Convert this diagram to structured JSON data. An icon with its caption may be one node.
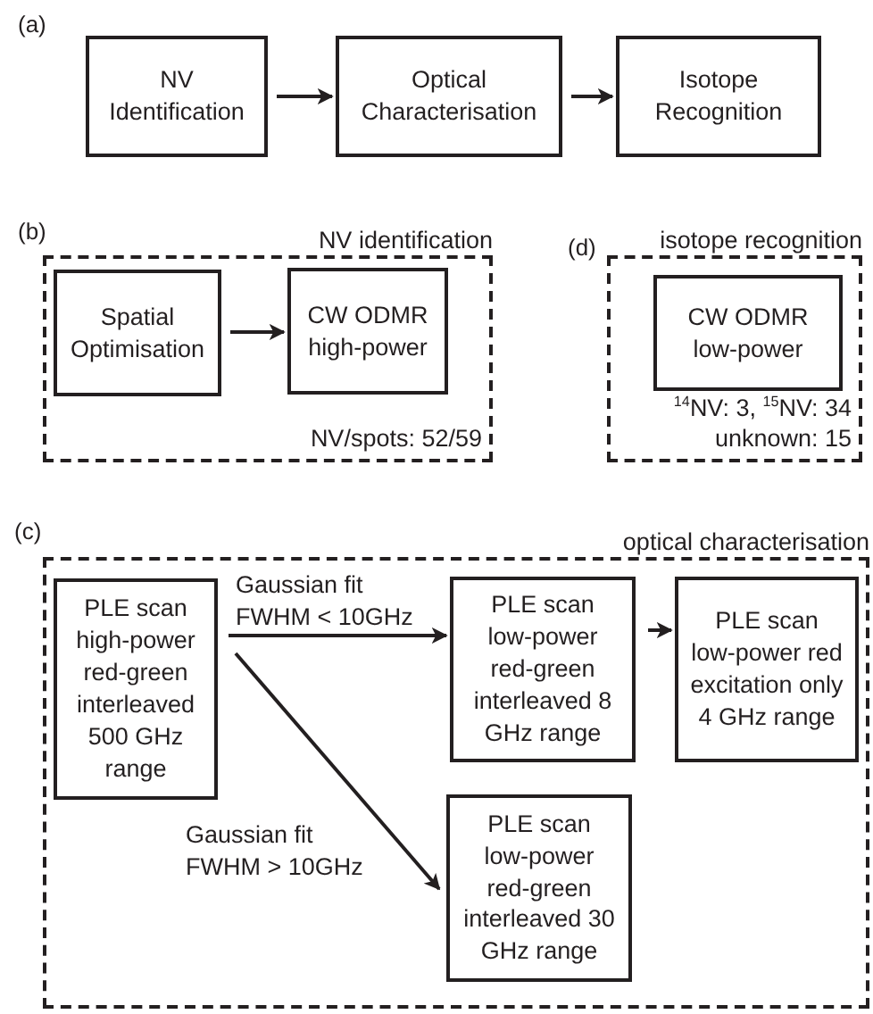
{
  "diagram": {
    "nodes": [
      {
        "text": [
          "NV Identification"
        ]
      },
      {
        "text": [
          "Optical Characterisation"
        ]
      },
      {
        "text": [
          "Isotope Recognition"
        ]
      },
      {
        "text": [
          "NV identification",
          "NV/spots: 52/59"
        ]
      },
      {
        "text": [
          "Spatial Optimisation"
        ],
        "in": 3
      },
      {
        "text": [
          "CW ODMR high-power"
        ],
        "in": 3
      },
      {
        "text": [
          "isotope recognition",
          "$^{14}$NV: 3, $^{15}$NV: 34",
          "unknown: 15"
        ]
      },
      {
        "text": [
          "CW ODMR low-power"
        ],
        "in": 6
      },
      {
        "text": [
          "optical characterisation"
        ]
      },
      {
        "text": [
          "PLE scan high-power red-green interleaved 500 GHz range"
        ],
        "in": 8
      },
      {
        "text": [
          "PLE scan low-power red-green interleaved 8 GHz range"
        ],
        "in": 8
      },
      {
        "text": [
          "PLE scan low-power red excitation only 4 GHz range"
        ],
        "in": 8
      },
      {
        "text": [
          "PLE scan low-power red-green interleaved 30 GHz range"
        ],
        "in": 8
      }
    ],
    "edges": [
      {
        "from": 0,
        "to": 1,
        "arrow": "to"
      },
      {
        "from": 1,
        "to": 2,
        "arrow": "to"
      },
      {
        "from": 4,
        "to": 5,
        "arrow": "to"
      },
      {
        "from": 9,
        "to": 10,
        "arrow": "to",
        "label": "Gaussian fit FWHM < 10GHz"
      },
      {
        "from": 10,
        "to": 11,
        "arrow": "to"
      },
      {
        "from": 9,
        "to": 12,
        "arrow": "to",
        "label": "Gaussian fit FWHM > 10GHz"
      }
    ],
    "labels": [
      "(a)",
      "(b)",
      "(d)",
      "(c)"
    ]
  }
}
